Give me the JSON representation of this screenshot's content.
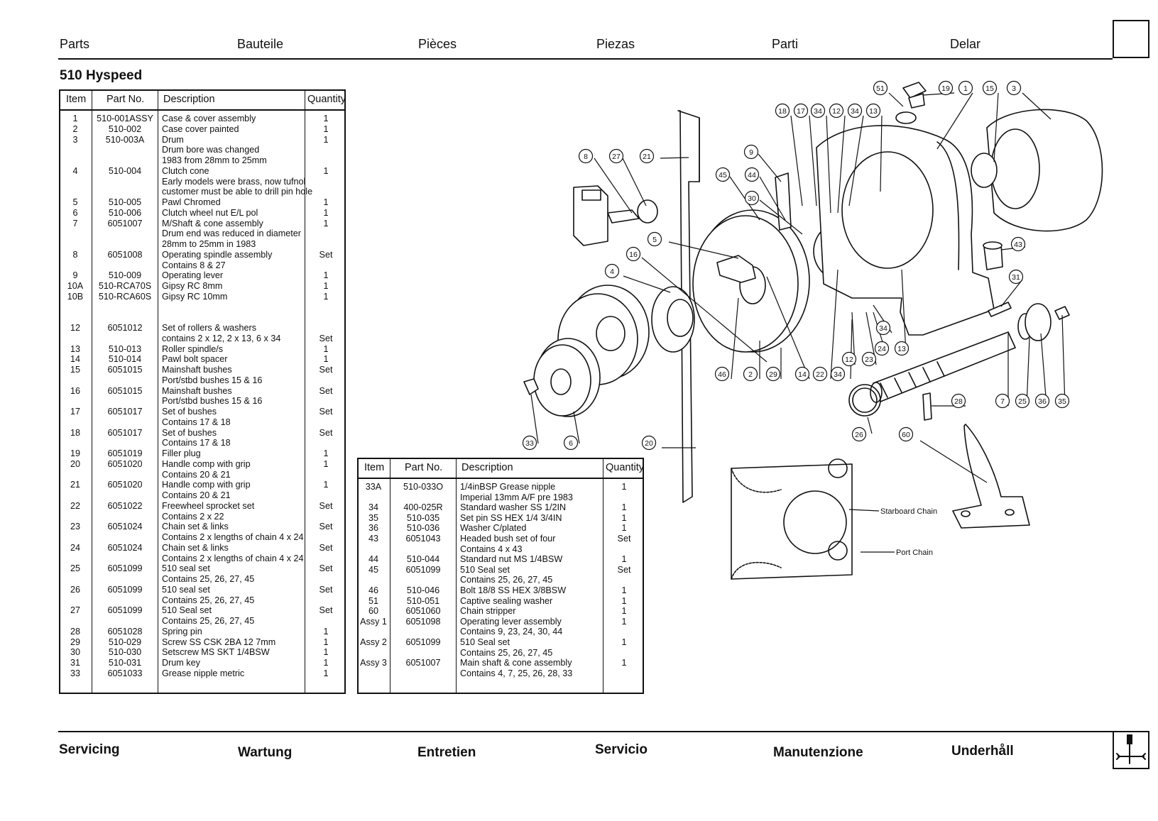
{
  "header": {
    "labels": [
      "Parts",
      "Bauteile",
      "Pièces",
      "Piezas",
      "Parti",
      "Delar"
    ]
  },
  "title": "510 Hyspeed",
  "table_headers": {
    "item": "Item",
    "part": "Part No.",
    "desc": "Description",
    "qty": "Quantity"
  },
  "left_rows": [
    {
      "item": "1",
      "part": "510-001ASSY",
      "desc": "Case & cover assembly",
      "qty": "1"
    },
    {
      "item": "2",
      "part": "510-002",
      "desc": "Case cover painted",
      "qty": "1"
    },
    {
      "item": "3",
      "part": "510-003A",
      "desc": "Drum",
      "qty": "1"
    },
    {
      "item": "",
      "part": "",
      "desc": "Drum bore was changed",
      "qty": ""
    },
    {
      "item": "",
      "part": "",
      "desc": "1983 from 28mm to 25mm",
      "qty": ""
    },
    {
      "item": "4",
      "part": "510-004",
      "desc": "Clutch cone",
      "qty": "1"
    },
    {
      "item": "",
      "part": "",
      "desc": "Early models were brass, now tufnol",
      "qty": ""
    },
    {
      "item": "",
      "part": "",
      "desc": "customer must be able to drill pin hole",
      "qty": ""
    },
    {
      "item": "5",
      "part": "510-005",
      "desc": "Pawl Chromed",
      "qty": "1"
    },
    {
      "item": "6",
      "part": "510-006",
      "desc": "Clutch wheel nut E/L pol",
      "qty": "1"
    },
    {
      "item": "7",
      "part": "6051007",
      "desc": "M/Shaft & cone assembly",
      "qty": "1"
    },
    {
      "item": "",
      "part": "",
      "desc": "Drum end was reduced in diameter",
      "qty": ""
    },
    {
      "item": "",
      "part": "",
      "desc": "28mm to 25mm in 1983",
      "qty": ""
    },
    {
      "item": "8",
      "part": "6051008",
      "desc": "Operating spindle assembly",
      "qty": "Set"
    },
    {
      "item": "",
      "part": "",
      "desc": "Contains 8 & 27",
      "qty": ""
    },
    {
      "item": "9",
      "part": "510-009",
      "desc": "Operating lever",
      "qty": "1"
    },
    {
      "item": "10A",
      "part": "510-RCA70S",
      "desc": "Gipsy RC 8mm",
      "qty": "1"
    },
    {
      "item": "10B",
      "part": "510-RCA60S",
      "desc": "Gipsy RC 10mm",
      "qty": "1"
    },
    {
      "item": "",
      "part": "",
      "desc": "",
      "qty": ""
    },
    {
      "item": "",
      "part": "",
      "desc": "",
      "qty": ""
    },
    {
      "item": "12",
      "part": "6051012",
      "desc": "Set of rollers & washers",
      "qty": ""
    },
    {
      "item": "",
      "part": "",
      "desc": "contains 2 x 12, 2 x 13, 6 x 34",
      "qty": "Set"
    },
    {
      "item": "13",
      "part": "510-013",
      "desc": "Roller spindle/s",
      "qty": "1"
    },
    {
      "item": "14",
      "part": "510-014",
      "desc": "Pawl bolt spacer",
      "qty": "1"
    },
    {
      "item": "15",
      "part": "6051015",
      "desc": "Mainshaft bushes",
      "qty": "Set"
    },
    {
      "item": "",
      "part": "",
      "desc": "Port/stbd bushes 15 & 16",
      "qty": ""
    },
    {
      "item": "16",
      "part": "6051015",
      "desc": "Mainshaft bushes",
      "qty": "Set"
    },
    {
      "item": "",
      "part": "",
      "desc": "Port/stbd bushes 15 & 16",
      "qty": ""
    },
    {
      "item": "17",
      "part": "6051017",
      "desc": "Set of bushes",
      "qty": "Set"
    },
    {
      "item": "",
      "part": "",
      "desc": "Contains 17 & 18",
      "qty": ""
    },
    {
      "item": "18",
      "part": "6051017",
      "desc": "Set of bushes",
      "qty": "Set"
    },
    {
      "item": "",
      "part": "",
      "desc": "Contains 17 & 18",
      "qty": ""
    },
    {
      "item": "19",
      "part": "6051019",
      "desc": "Filler plug",
      "qty": "1"
    },
    {
      "item": "20",
      "part": "6051020",
      "desc": "Handle comp with grip",
      "qty": "1"
    },
    {
      "item": "",
      "part": "",
      "desc": "Contains 20 & 21",
      "qty": ""
    },
    {
      "item": "21",
      "part": "6051020",
      "desc": "Handle comp with grip",
      "qty": "1"
    },
    {
      "item": "",
      "part": "",
      "desc": "Contains 20 & 21",
      "qty": ""
    },
    {
      "item": "22",
      "part": "6051022",
      "desc": "Freewheel sprocket set",
      "qty": "Set"
    },
    {
      "item": "",
      "part": "",
      "desc": "Contains 2 x 22",
      "qty": ""
    },
    {
      "item": "23",
      "part": "6051024",
      "desc": "Chain set & links",
      "qty": "Set"
    },
    {
      "item": "",
      "part": "",
      "desc": "Contains 2 x lengths of chain 4 x 24",
      "qty": ""
    },
    {
      "item": "24",
      "part": "6051024",
      "desc": "Chain set & links",
      "qty": "Set"
    },
    {
      "item": "",
      "part": "",
      "desc": "Contains 2 x lengths of chain 4 x 24",
      "qty": ""
    },
    {
      "item": "25",
      "part": "6051099",
      "desc": "510 seal set",
      "qty": "Set"
    },
    {
      "item": "",
      "part": "",
      "desc": "Contains 25, 26, 27, 45",
      "qty": ""
    },
    {
      "item": "26",
      "part": "6051099",
      "desc": "510 seal set",
      "qty": "Set"
    },
    {
      "item": "",
      "part": "",
      "desc": "Contains 25, 26, 27, 45",
      "qty": ""
    },
    {
      "item": "27",
      "part": "6051099",
      "desc": "510 Seal set",
      "qty": "Set"
    },
    {
      "item": "",
      "part": "",
      "desc": "Contains 25, 26, 27, 45",
      "qty": ""
    },
    {
      "item": "28",
      "part": "6051028",
      "desc": "Spring pin",
      "qty": "1"
    },
    {
      "item": "29",
      "part": "510-029",
      "desc": "Screw SS CSK 2BA 12 7mm",
      "qty": "1"
    },
    {
      "item": "30",
      "part": "510-030",
      "desc": "Setscrew MS SKT 1/4BSW",
      "qty": "1"
    },
    {
      "item": "31",
      "part": "510-031",
      "desc": "Drum key",
      "qty": "1"
    },
    {
      "item": "33",
      "part": "6051033",
      "desc": "Grease nipple metric",
      "qty": "1"
    }
  ],
  "right_rows": [
    {
      "item": "33A",
      "part": "510-033O",
      "desc": " 1/4inBSP Grease nipple",
      "qty": "1"
    },
    {
      "item": "",
      "part": "",
      "desc": "Imperial 13mm A/F pre 1983",
      "qty": ""
    },
    {
      "item": "34",
      "part": "400-025R",
      "desc": "Standard washer SS 1/2IN",
      "qty": "1"
    },
    {
      "item": "35",
      "part": "510-035",
      "desc": "Set pin SS HEX 1/4 3/4IN",
      "qty": "1"
    },
    {
      "item": "36",
      "part": "510-036",
      "desc": "Washer C/plated",
      "qty": "1"
    },
    {
      "item": "43",
      "part": "6051043",
      "desc": "Headed bush set of four",
      "qty": "Set"
    },
    {
      "item": "",
      "part": "",
      "desc": "Contains 4 x 43",
      "qty": ""
    },
    {
      "item": "44",
      "part": "510-044",
      "desc": "Standard nut MS 1/4BSW",
      "qty": "1"
    },
    {
      "item": "45",
      "part": "6051099",
      "desc": "510 Seal set",
      "qty": "Set"
    },
    {
      "item": "",
      "part": "",
      "desc": "Contains 25, 26, 27, 45",
      "qty": ""
    },
    {
      "item": "46",
      "part": "510-046",
      "desc": "Bolt 18/8 SS HEX 3/8BSW",
      "qty": "1"
    },
    {
      "item": "51",
      "part": "510-051",
      "desc": "Captive sealing washer",
      "qty": "1"
    },
    {
      "item": "60",
      "part": "6051060",
      "desc": "Chain stripper",
      "qty": "1"
    },
    {
      "item": "Assy 1",
      "part": "6051098",
      "desc": "Operating lever assembly",
      "qty": "1"
    },
    {
      "item": "",
      "part": "",
      "desc": "Contains 9, 23, 24, 30, 44",
      "qty": ""
    },
    {
      "item": "Assy 2",
      "part": "6051099",
      "desc": "510 Seal set",
      "qty": "1"
    },
    {
      "item": "",
      "part": "",
      "desc": "Contains 25, 26, 27, 45",
      "qty": ""
    },
    {
      "item": "Assy 3",
      "part": "6051007",
      "desc": "Main shaft & cone assembly",
      "qty": "1"
    },
    {
      "item": "",
      "part": "",
      "desc": "Contains 4, 7, 25, 26, 28, 33",
      "qty": ""
    }
  ],
  "callouts": [
    "51",
    "19",
    "1",
    "15",
    "3",
    "18",
    "17",
    "34",
    "12",
    "34",
    "13",
    "9",
    "8",
    "27",
    "21",
    "45",
    "44",
    "30",
    "5",
    "43",
    "16",
    "4",
    "31",
    "34",
    "24",
    "13",
    "12",
    "23",
    "46",
    "2",
    "29",
    "14",
    "22",
    "34",
    "28",
    "7",
    "25",
    "36",
    "35",
    "26",
    "60",
    "33",
    "6",
    "20"
  ],
  "chain_labels": {
    "starboard": "Starboard Chain",
    "port": "Port Chain"
  },
  "footer": {
    "labels": [
      "Servicing",
      "Wartung",
      "Entretien",
      "Servicio",
      "Manutenzione",
      "Underhåll"
    ]
  }
}
